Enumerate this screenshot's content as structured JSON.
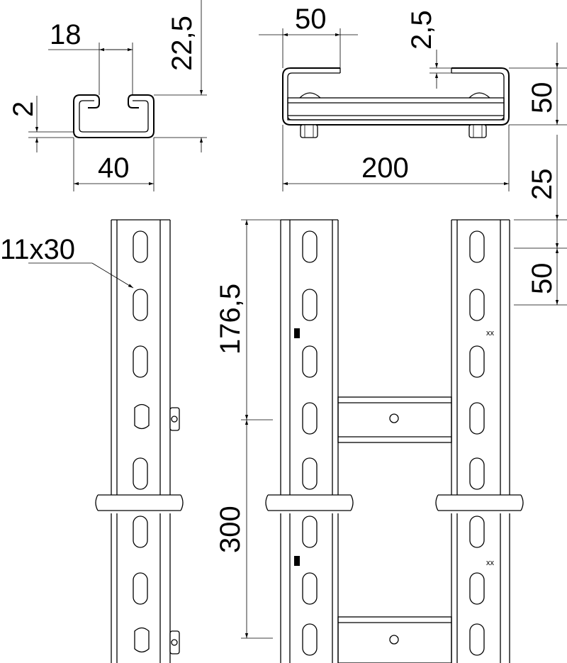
{
  "dimensions": {
    "profile_slot_width": "18",
    "profile_height": "22,5",
    "profile_wall": "2",
    "profile_width": "40",
    "top_flange": "50",
    "top_gap": "2,5",
    "top_height": "50",
    "overall_width": "200",
    "slot_offset": "25",
    "slot_pitch": "50",
    "slot_size": "11x30",
    "first_rung": "176,5",
    "rung_pitch": "300"
  },
  "markings": {
    "rail_mark": "xx"
  }
}
